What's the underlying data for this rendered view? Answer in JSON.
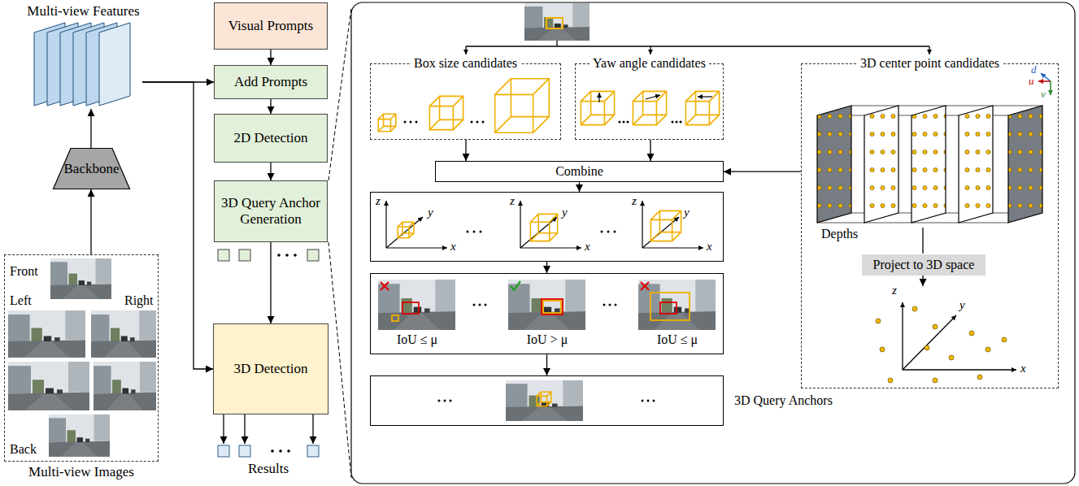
{
  "diagram": {
    "nodes": [
      {
        "text": [
          "Multi-view Features"
        ]
      },
      {
        "text": [
          "Backbone"
        ]
      },
      {
        "text": [
          "Multi-view Images"
        ]
      },
      {
        "text": [
          "Visual Prompts"
        ]
      },
      {
        "text": [
          "Add Prompts"
        ]
      },
      {
        "text": [
          "2D Detection"
        ]
      },
      {
        "text": [
          "3D Query Anchor Generation"
        ]
      },
      {
        "text": [
          "3D Detection"
        ]
      },
      {
        "text": [
          "Box size candidates"
        ]
      },
      {
        "text": [
          "Yaw angle candidates"
        ]
      },
      {
        "text": [
          "3D center point candidates"
        ]
      },
      {
        "text": [
          "Combine"
        ]
      },
      {
        "text": [
          "Project to 3D space"
        ],
        "in": 10
      },
      {
        "text": [
          "z",
          "y",
          "x",
          "z",
          "y",
          "x",
          "z",
          "y",
          "x"
        ]
      },
      {
        "text": [
          "IoU ≤ μ",
          "IoU > μ",
          "IoU ≤ μ"
        ]
      },
      {
        "text": [
          "3D Query Anchors"
        ]
      }
    ],
    "edges": [
      {
        "from": 2,
        "to": 1,
        "arrow": "to"
      },
      {
        "from": 1,
        "to": 0,
        "arrow": "to"
      },
      {
        "from": 0,
        "to": 4,
        "arrow": "to"
      },
      {
        "from": 0,
        "to": 7,
        "arrow": "to"
      },
      {
        "from": 3,
        "to": 4,
        "arrow": "to"
      },
      {
        "from": 4,
        "to": 5,
        "arrow": "to"
      },
      {
        "from": 5,
        "to": 6,
        "arrow": "to"
      },
      {
        "from": 6,
        "to": 7,
        "arrow": "to"
      },
      {
        "from": 8,
        "to": 11,
        "arrow": "to"
      },
      {
        "from": 9,
        "to": 11,
        "arrow": "to"
      },
      {
        "from": 10,
        "to": 11,
        "arrow": "to"
      },
      {
        "from": 11,
        "to": 13,
        "arrow": "to"
      },
      {
        "from": 13,
        "to": 14,
        "arrow": "to"
      },
      {
        "from": 14,
        "to": 15,
        "arrow": "to"
      }
    ],
    "labels": [
      "Front",
      "Left",
      "Right",
      "Back",
      "Results",
      "Depths",
      "d",
      "u",
      "v",
      "z",
      "y",
      "x"
    ]
  }
}
